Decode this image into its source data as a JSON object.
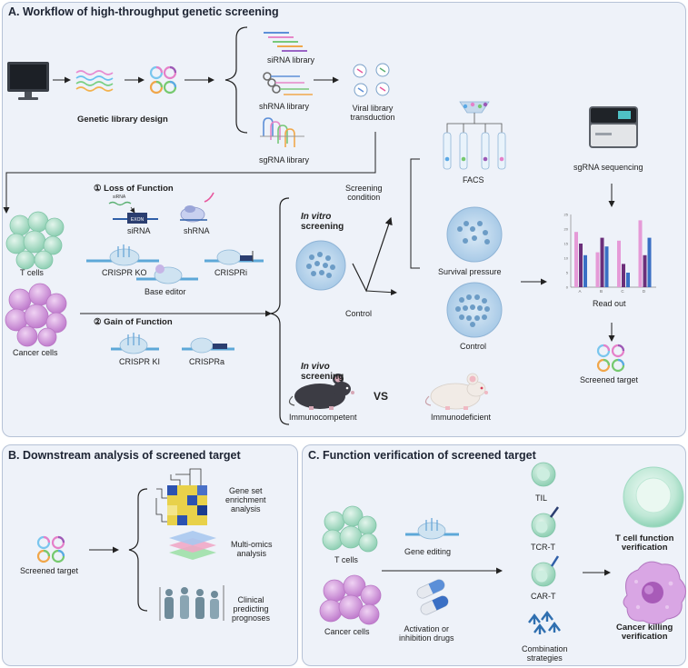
{
  "panelA": {
    "title": "A. Workflow of high-throughput genetic screening",
    "genetic_library_design": "Genetic library design",
    "sirna_library": "siRNA library",
    "shrna_library": "shRNA library",
    "sgrna_library": "sgRNA library",
    "viral_transduction": [
      "Viral library",
      "transduction"
    ],
    "t_cells": "T cells",
    "cancer_cells": "Cancer cells",
    "loss_of_function": "① Loss of Function",
    "sirna": "siRNA",
    "shrna": "shRNA",
    "crispr_ko": "CRISPR KO",
    "base_editor": "Base editor",
    "crispri": "CRISPRi",
    "gain_of_function": "② Gain of Function",
    "crispr_ki": "CRISPR KI",
    "crispra": "CRISPRa",
    "in_vitro": [
      "In vitro",
      "screening"
    ],
    "in_vivo": [
      "In vivo",
      "screening"
    ],
    "screening_condition": [
      "Screening",
      "condition"
    ],
    "control_branch": "Control",
    "facs": "FACS",
    "survival_pressure": "Survival pressure",
    "control_dish": "Control",
    "sgrna_sequencing": "sgRNA sequencing",
    "read_out": "Read out",
    "screened_target": "Screened target",
    "immunocompetent": "Immunocompetent",
    "vs": "VS",
    "immunodeficient": "Immunodeficient",
    "icon_sirna_tag": "siRNA",
    "icon_gene_tag": "EXON"
  },
  "panelB": {
    "title": "B. Downstream analysis of screened target",
    "screened_target": "Screened target",
    "gsea": [
      "Gene set",
      "enrichment",
      "analysis"
    ],
    "multi_omics": [
      "Multi-omics",
      "analysis"
    ],
    "clinical": [
      "Clinical",
      "predicting",
      "prognoses"
    ]
  },
  "panelC": {
    "title": "C. Function verification of screened target",
    "t_cells": "T cells",
    "cancer_cells": "Cancer cells",
    "gene_editing": "Gene editing",
    "drugs": [
      "Activation or",
      "inhibition drugs"
    ],
    "til": "TIL",
    "tcr_t": "TCR-T",
    "car_t": "CAR-T",
    "combination": [
      "Combination",
      "strategies"
    ],
    "t_cell_verification": [
      "T cell function",
      "verification"
    ],
    "cancer_verification": [
      "Cancer killing",
      "verification"
    ]
  },
  "colors": {
    "panel_bg": "#eef2f9",
    "panel_border": "#b6c2d6",
    "t_cell": "#a9dcc6",
    "cancer_cell": "#d7a6e0",
    "dish": "#b7d6ee",
    "bar_pink": "#e59ad7",
    "bar_purple": "#6b2f7a",
    "bar_blue": "#3a6fc4"
  },
  "chart_data": {
    "type": "bar",
    "categories": [
      "A",
      "B",
      "C",
      "D"
    ],
    "series": [
      {
        "values": [
          19,
          12,
          16,
          23
        ]
      },
      {
        "values": [
          15,
          17,
          8,
          11
        ]
      },
      {
        "values": [
          11,
          14,
          5,
          17
        ]
      }
    ],
    "ylim": [
      0,
      25
    ],
    "yticks": [
      0,
      5,
      10,
      15,
      20,
      25
    ]
  }
}
